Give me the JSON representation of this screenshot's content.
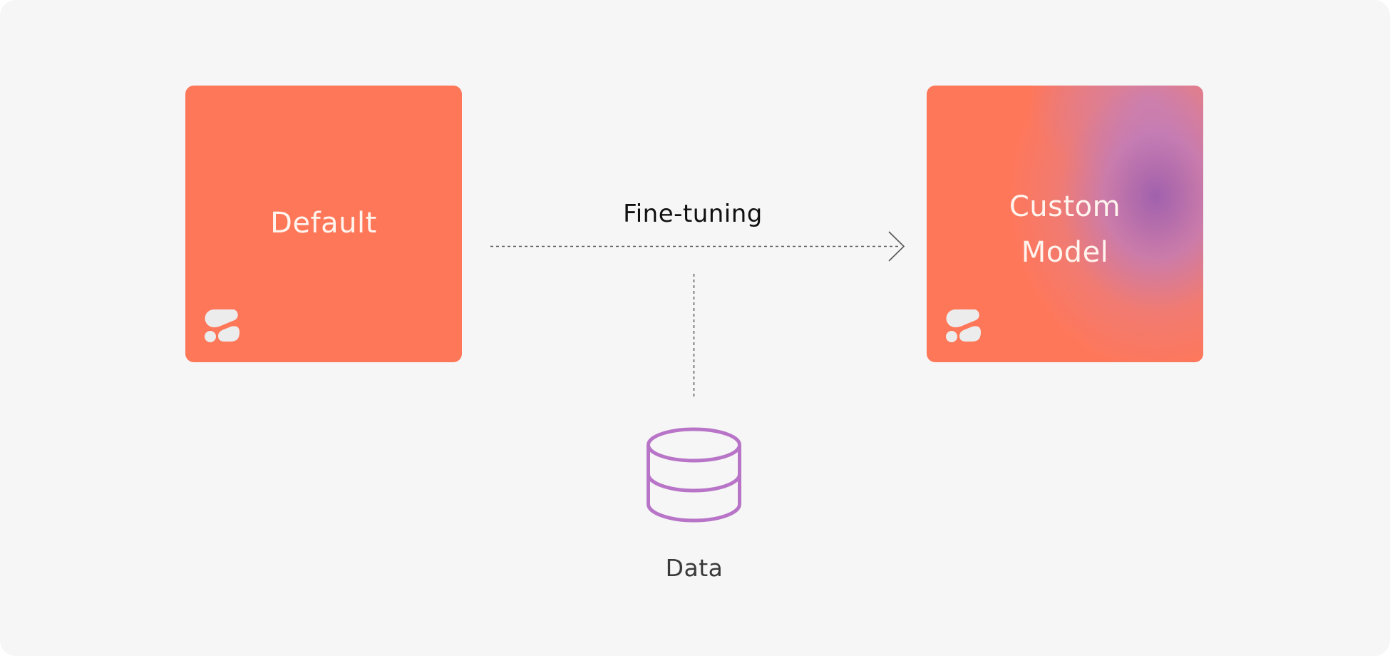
{
  "nodes": {
    "default_label": "Default",
    "custom_line_1": "Custom",
    "custom_line_2": "Model",
    "data_label": "Data"
  },
  "edges": {
    "fine_tuning_label": "Fine-tuning"
  },
  "icons": {
    "logo": "cohere-logo-icon",
    "database": "database-icon",
    "arrow": "arrow-right-icon"
  },
  "colors": {
    "background": "#f6f6f6",
    "box_coral": "#ff7759",
    "gradient_purple": "#9b60b2",
    "database_stroke": "#b875c8",
    "label_text": "#fff4ee",
    "line": "#555555"
  }
}
